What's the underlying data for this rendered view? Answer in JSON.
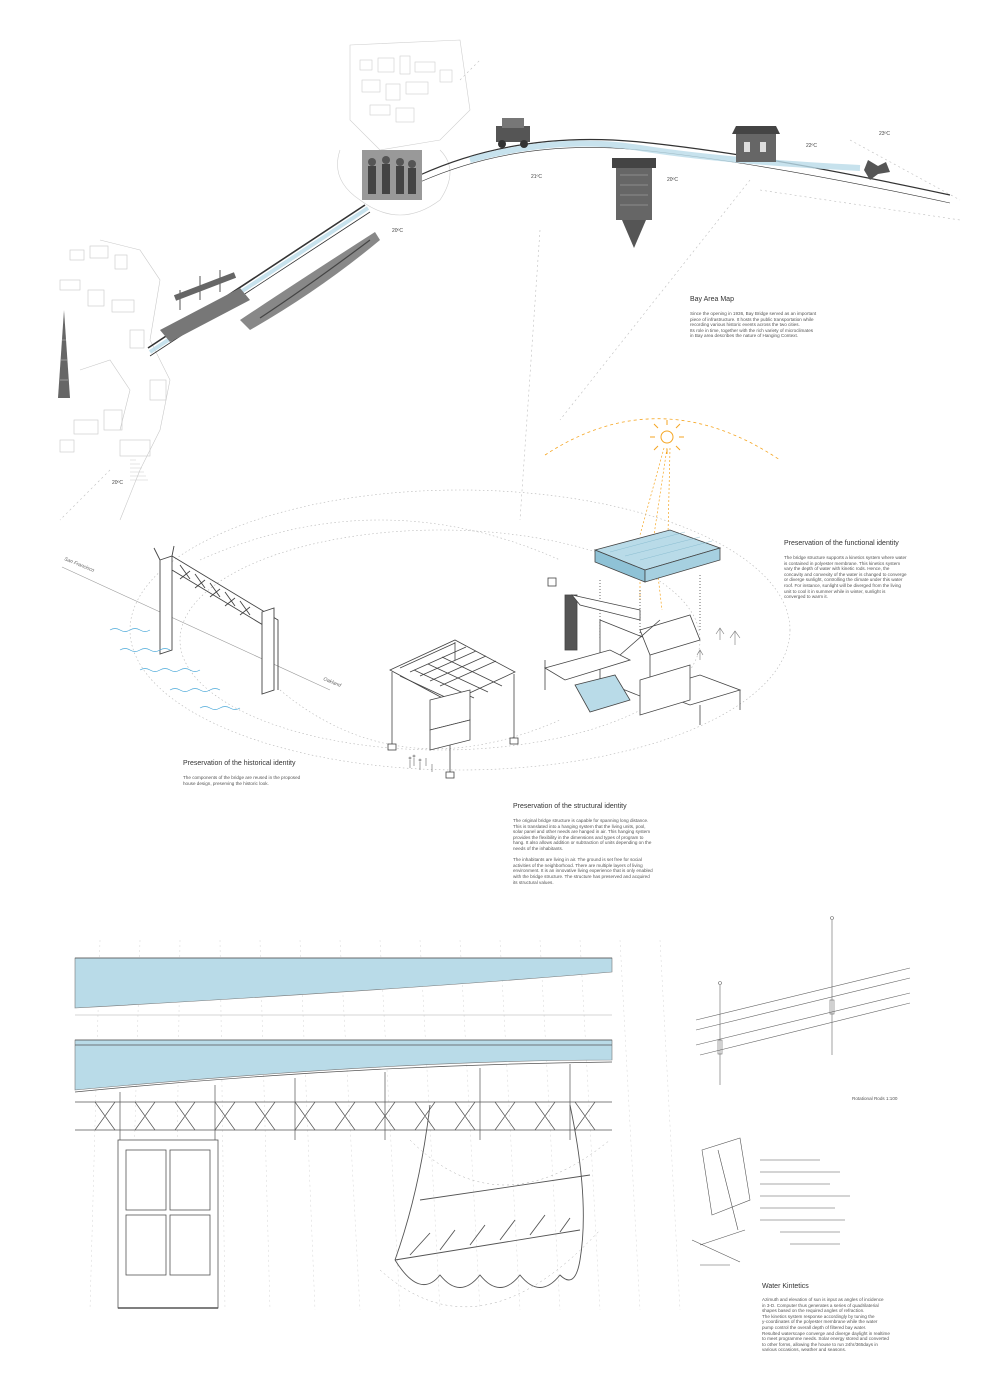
{
  "bay_map": {
    "title": "Bay Area Map",
    "body": "Since the opening in 1936, Bay Bridge served as an important\npiece of infrastructure. It hosts the public transportation while\nrecording various historic events across the two cities.\nIts role in time, together with the rich variety of microclimates\nin Bay area describes the nature of Hanging Context.",
    "temps": [
      "20ºC",
      "20ºC",
      "21ºC",
      "20ºC",
      "22ºC",
      "23ºC"
    ],
    "labels": {
      "san_francisco": "San Francisco",
      "oakland": "Oakland"
    }
  },
  "functional": {
    "title": "Preservation of the functional identity",
    "body": "The bridge structure supports a kinetics system where water\nis contained in polyester membrane. This kinetics system\nvary the depth of water with kinetic rods. Hence, the\nconcavity and convexity of the water is changed to converge\nor diverge sunlight, controlling the climate under this water\nroof. For instance, sunlight will be diverged from the living\nunit to cool it in summer while in winter, sunlight is\nconverged to warm it."
  },
  "historical": {
    "title": "Preservation of the historical identity",
    "body": "The components of the bridge are reused in the proposed\nhouse design, preserving the historic look."
  },
  "structural": {
    "title": "Preservation of the structural identity",
    "body": "The original bridge structure is capable for spanning long distance.\nThis is translated into a hanging system that the living units, pool,\nsolar panel and other needs are hanged in air. This hanging system\nprovides the flexibility in the dimensions and types of program to\nhang. It also allows addition or subtraction of units depending on the\nneeds of the inhabitants.\n\nThe inhabitants are living in air. The ground is set free for social\nactivities of the neighborhood. There are multiple layers of living\nenvironment. It is an innovative living experience that is only enabled\nwith the bridge structure. The structure has preserved and acquired\nits structural values."
  },
  "rods": {
    "caption": "Rotational Rods 1:100"
  },
  "water": {
    "title": "Water Kintetics",
    "body": "Azimuth and elevation of sun is input as angles of incidence\nin 3-D. Computer thus generates a series of quadrilaterial\nshapes based on the required angles of refraction.\nThe kinetics system response accordingly by tuning the\ny-coordinates of the polyester membrane while the water\npump control the overall depth of filtered bay water.\nResulted waterscape converge and diverge daylight in realtime\nto meet programme needs. Solar energy stored and converted\nto other forms, allowing the house to run 24hr/365days in\nvarious occasions, weather and seasons."
  },
  "colors": {
    "water": "#b9dbe8",
    "sun": "#f5a623",
    "line": "#9a9a9a",
    "ink": "#333333"
  }
}
